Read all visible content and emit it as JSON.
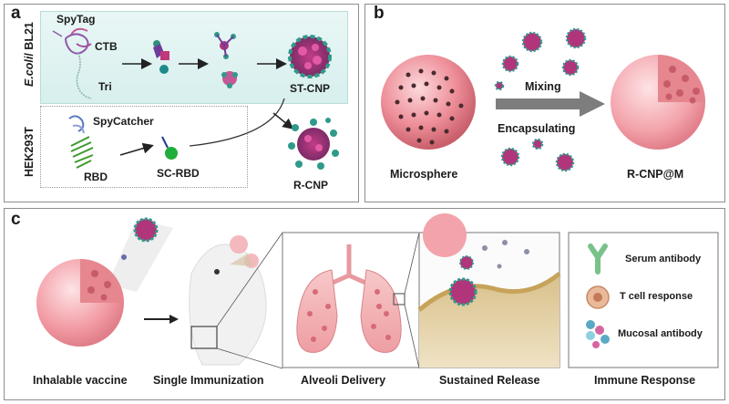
{
  "panel_a": {
    "label": "a",
    "host_ecoli_italic": "E.coli",
    "host_ecoli_rest": "/ BL21",
    "host_hek": "HEK293T",
    "spytag": "SpyTag",
    "ctb": "CTB",
    "tri": "Tri",
    "st_cnp": "ST-CNP",
    "spycatcher": "SpyCatcher",
    "rbd": "RBD",
    "sc_rbd": "SC-RBD",
    "r_cnp": "R-CNP"
  },
  "panel_b": {
    "label": "b",
    "mixing": "Mixing",
    "encapsulating": "Encapsulating",
    "microsphere": "Microsphere",
    "r_cnp_m": "R-CNP@M"
  },
  "panel_c": {
    "label": "c",
    "steps": [
      "Inhalable vaccine",
      "Single Immunization",
      "Alveoli Delivery",
      "Sustained Release",
      "Immune Response"
    ],
    "legend": [
      "Serum antibody",
      "T cell response",
      "Mucosal antibody"
    ]
  },
  "colors": {
    "sphere": "#f2a3a8",
    "cage_green": "#2f9a8a",
    "cage_magenta": "#b0357a",
    "band_top": "#e4f5f4",
    "band_bottom": "#ffffff",
    "arrow_grey": "#7d7d7d"
  }
}
